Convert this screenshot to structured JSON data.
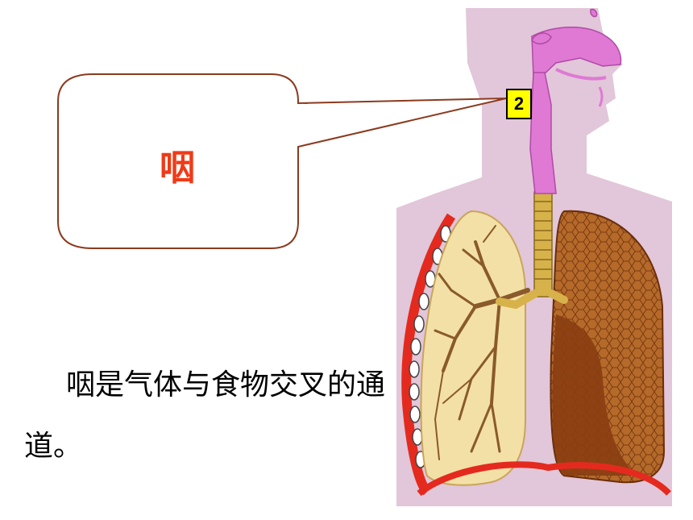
{
  "callout": {
    "term": "咽"
  },
  "marker": {
    "label": "2"
  },
  "description": "咽是气体与食物交叉的通道。",
  "colors": {
    "callout_border": "#8b3a1e",
    "term_text": "#f03a17",
    "marker_fill": "#ffff00",
    "body_bg": "#e2c6d9",
    "airway_upper": "#df79d4",
    "trachea": "#d7b24a",
    "lung_left": "#f3e0a6",
    "lung_right": "#a0521d",
    "diaphragm": "#e42a1e"
  }
}
